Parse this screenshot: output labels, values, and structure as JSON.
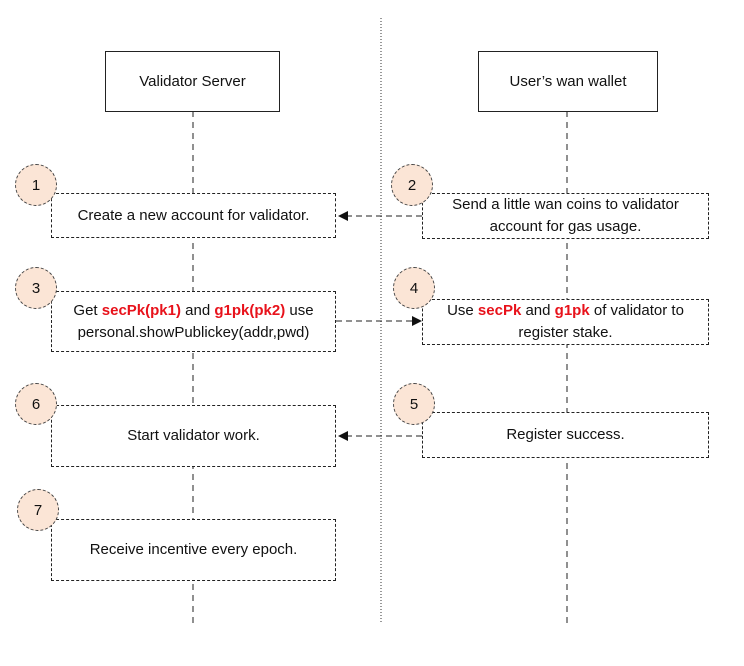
{
  "actors": {
    "validator": "Validator Server",
    "wallet": "User’s wan wallet"
  },
  "steps": {
    "s1": {
      "num": "1",
      "text": "Create a new account for validator."
    },
    "s2": {
      "num": "2",
      "line1": "Send a little wan coins to validator",
      "line2": "account for gas usage."
    },
    "s3": {
      "num": "3",
      "p1": "Get ",
      "h1": "secPk(pk1)",
      "p2": " and ",
      "h2": "g1pk(pk2)",
      "p3": " use",
      "line2": "personal.showPublickey(addr,pwd)"
    },
    "s4": {
      "num": "4",
      "p1": "Use ",
      "h1": "secPk",
      "p2": " and ",
      "h2": "g1pk",
      "p3": " of validator to",
      "line2": "register stake."
    },
    "s5": {
      "num": "5",
      "text": "Register success."
    },
    "s6": {
      "num": "6",
      "text": "Start validator work."
    },
    "s7": {
      "num": "7",
      "text": "Receive incentive every epoch."
    }
  },
  "colors": {
    "highlight": "#e8121b",
    "step_circle_fill": "#fbe5d6",
    "line": "#222222"
  }
}
